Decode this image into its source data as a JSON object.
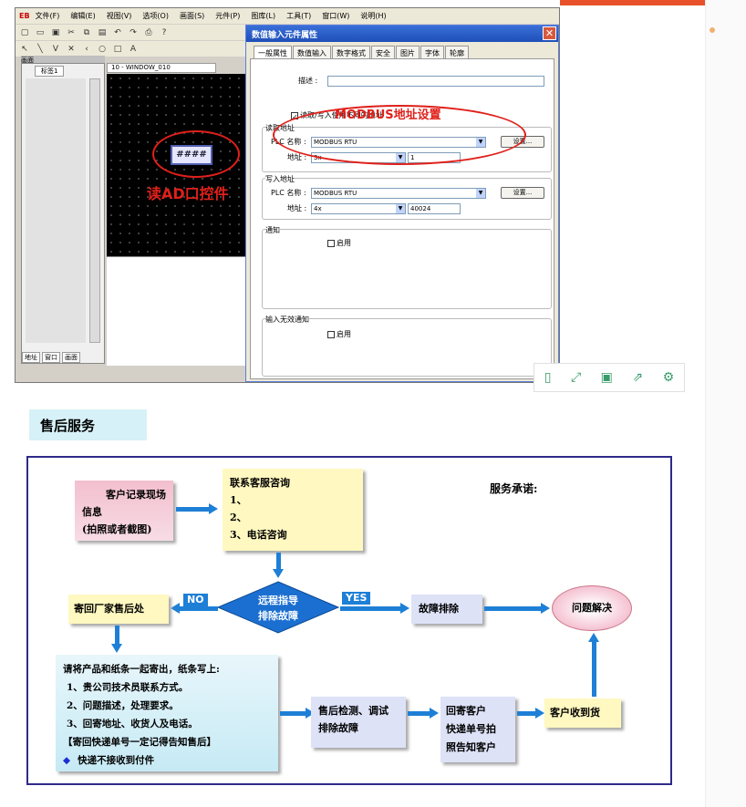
{
  "ide": {
    "menu": [
      "文件(F)",
      "编辑(E)",
      "视图(V)",
      "选项(O)",
      "画面(S)",
      "元件(P)",
      "图库(L)",
      "工具(T)",
      "窗口(W)",
      "说明(H)"
    ],
    "logo": "EB",
    "left_tab": "标签1",
    "left_header": "画面",
    "bottom_tabs": [
      "地址",
      "窗口",
      "画面"
    ],
    "window_tab": "10 - WINDOW_010",
    "control_text": "####",
    "control_label": "读AD口控件"
  },
  "dialog": {
    "title": "数值输入元件属性",
    "tabs": [
      "一般属性",
      "数值输入",
      "数字格式",
      "安全",
      "图片",
      "字体",
      "轮廓"
    ],
    "desc_label": "描述 :",
    "rw_checkbox": "读取/写入使用不同的地址",
    "read_group": "读取地址",
    "plc_label": "PLC 名称 :",
    "plc_value": "MODBUS RTU",
    "settings_btn": "设置...",
    "addr_label": "地址 :",
    "read_addr_type": "3x",
    "read_addr_value": "1",
    "write_group": "写入地址",
    "write_plc_value": "MODBUS RTU",
    "write_addr_type": "4x",
    "write_addr_value": "40024",
    "notify_group": "通知",
    "enable": "启用",
    "invalid_group": "输入无效通知",
    "annotation": "MODBUS地址设置"
  },
  "service": {
    "title": "售后服务",
    "customer_box": [
      "客户记录现场",
      "信息",
      "(拍照或者截图)"
    ],
    "contact_box": [
      "联系客服咨询",
      "1、",
      "2、",
      "3、电话咨询"
    ],
    "promise": "服务承诺:",
    "remote": [
      "远程指导",
      "排除故障"
    ],
    "no": "NO",
    "yes": "YES",
    "return": "寄回厂家售后处",
    "fix": "故障排除",
    "solved": "问题解决",
    "ship_box": [
      "请将产品和纸条一起寄出，纸条写上:",
      "1、贵公司技术员联系方式。",
      "2、问题描述，处理要求。",
      "3、回寄地址、收货人及电话。",
      "【寄回快递单号一定记得告知售后】",
      "快递不接收到付件"
    ],
    "inspect": [
      "售后检测、调试",
      "排除故障"
    ],
    "send_back": [
      "回寄客户",
      "快递单号拍",
      "照告知客户"
    ],
    "received": "客户收到货"
  },
  "floatbar_icons": [
    "page-icon",
    "fullscreen-icon",
    "save-icon",
    "share-icon",
    "settings-icon"
  ]
}
